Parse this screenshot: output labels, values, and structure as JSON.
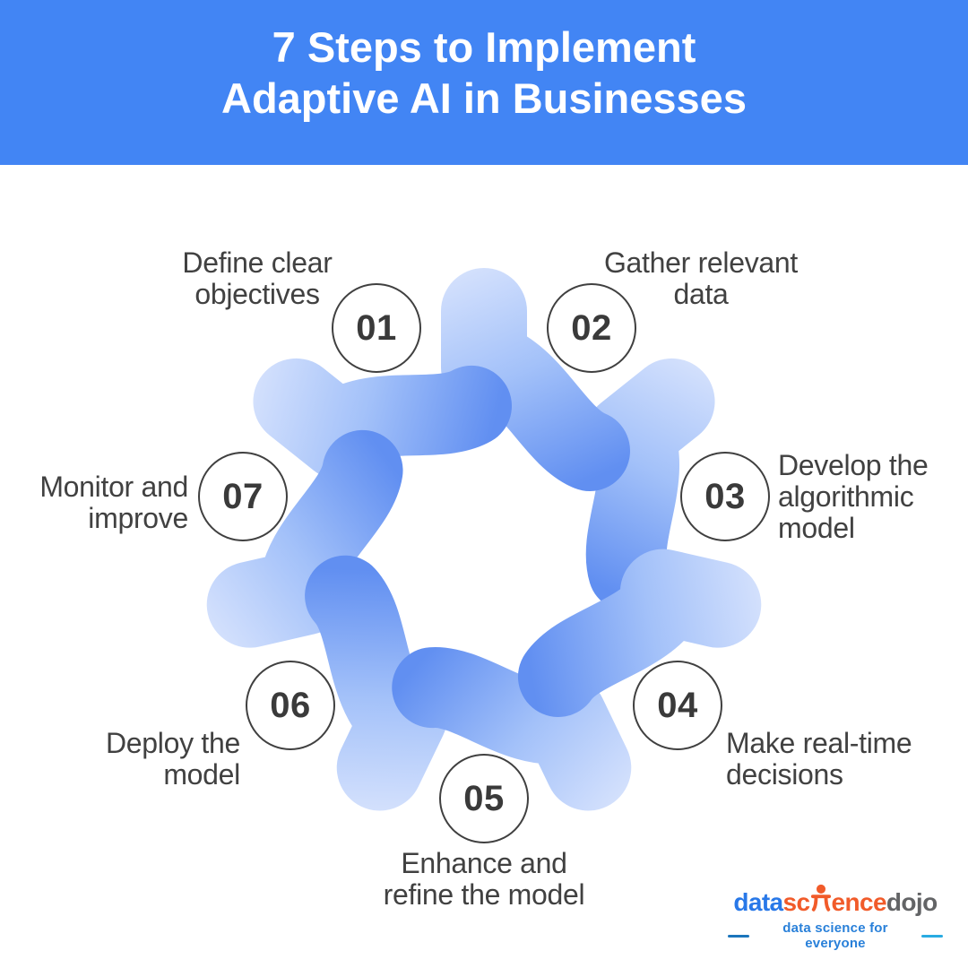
{
  "header": {
    "title_line1": "7 Steps to Implement",
    "title_line2": "Adaptive AI in Businesses",
    "bg_color": "#4285f4",
    "text_color": "#ffffff"
  },
  "steps": [
    {
      "number": "01",
      "lines": [
        "Define clear",
        "objectives"
      ]
    },
    {
      "number": "02",
      "lines": [
        "Gather relevant",
        "data"
      ]
    },
    {
      "number": "03",
      "lines": [
        "Develop the",
        "algorithmic",
        "model"
      ]
    },
    {
      "number": "04",
      "lines": [
        "Make real-time",
        "decisions"
      ]
    },
    {
      "number": "05",
      "lines": [
        "Enhance and",
        "refine the model"
      ]
    },
    {
      "number": "06",
      "lines": [
        "Deploy the",
        "model"
      ]
    },
    {
      "number": "07",
      "lines": [
        "Monitor and",
        "improve"
      ]
    }
  ],
  "flower": {
    "petal_count": 7,
    "gradient_light": "#d9e4fd",
    "gradient_mid": "#a3c1f9",
    "gradient_dark": "#618ff1",
    "circle_border_color": "#404040"
  },
  "logo": {
    "wordmark_data": "data",
    "wordmark_sc": "sc",
    "wordmark_ence": "ence",
    "wordmark_dojo": "dojo",
    "icon": "person-icon",
    "tagline": "data science for everyone",
    "color_blue": "#2878e8",
    "color_orange": "#f15b2a",
    "color_gray": "#636466",
    "tagline_color": "#2980d9"
  }
}
